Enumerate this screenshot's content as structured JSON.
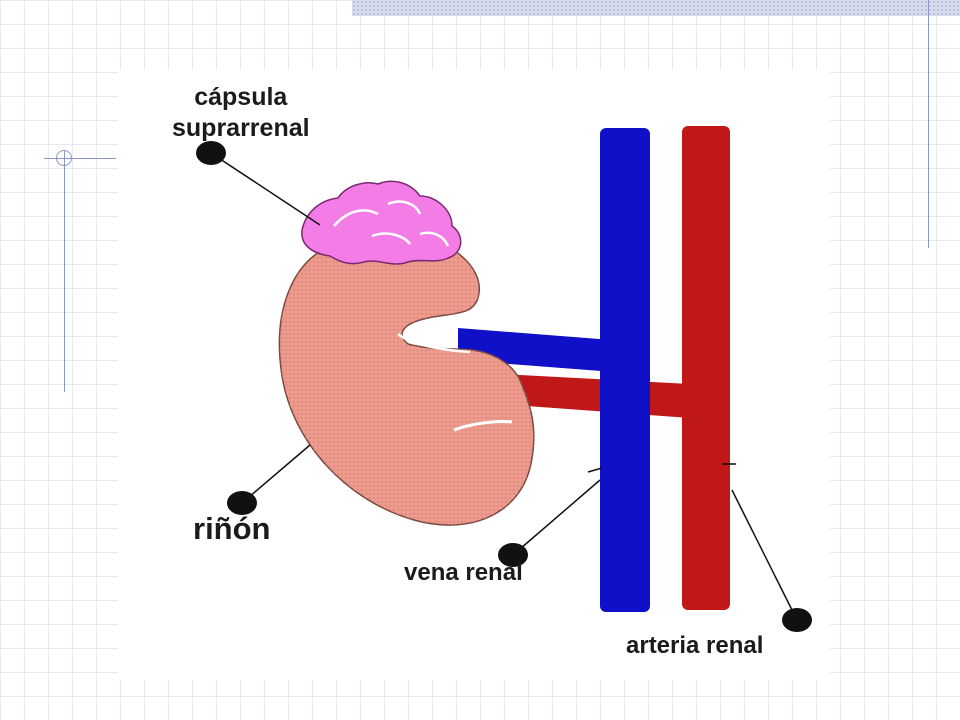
{
  "labels": {
    "capsula_line1": "cápsula",
    "capsula_line2": "suprarrenal",
    "rinon": "riñón",
    "vena_renal": "vena renal",
    "arteria_renal": "arteria renal"
  },
  "colors": {
    "vein": "#1010c8",
    "artery": "#c01818",
    "kidney": "#ee9a8c",
    "adrenal_gland": "#f47ce6",
    "pointer": "#111111"
  }
}
